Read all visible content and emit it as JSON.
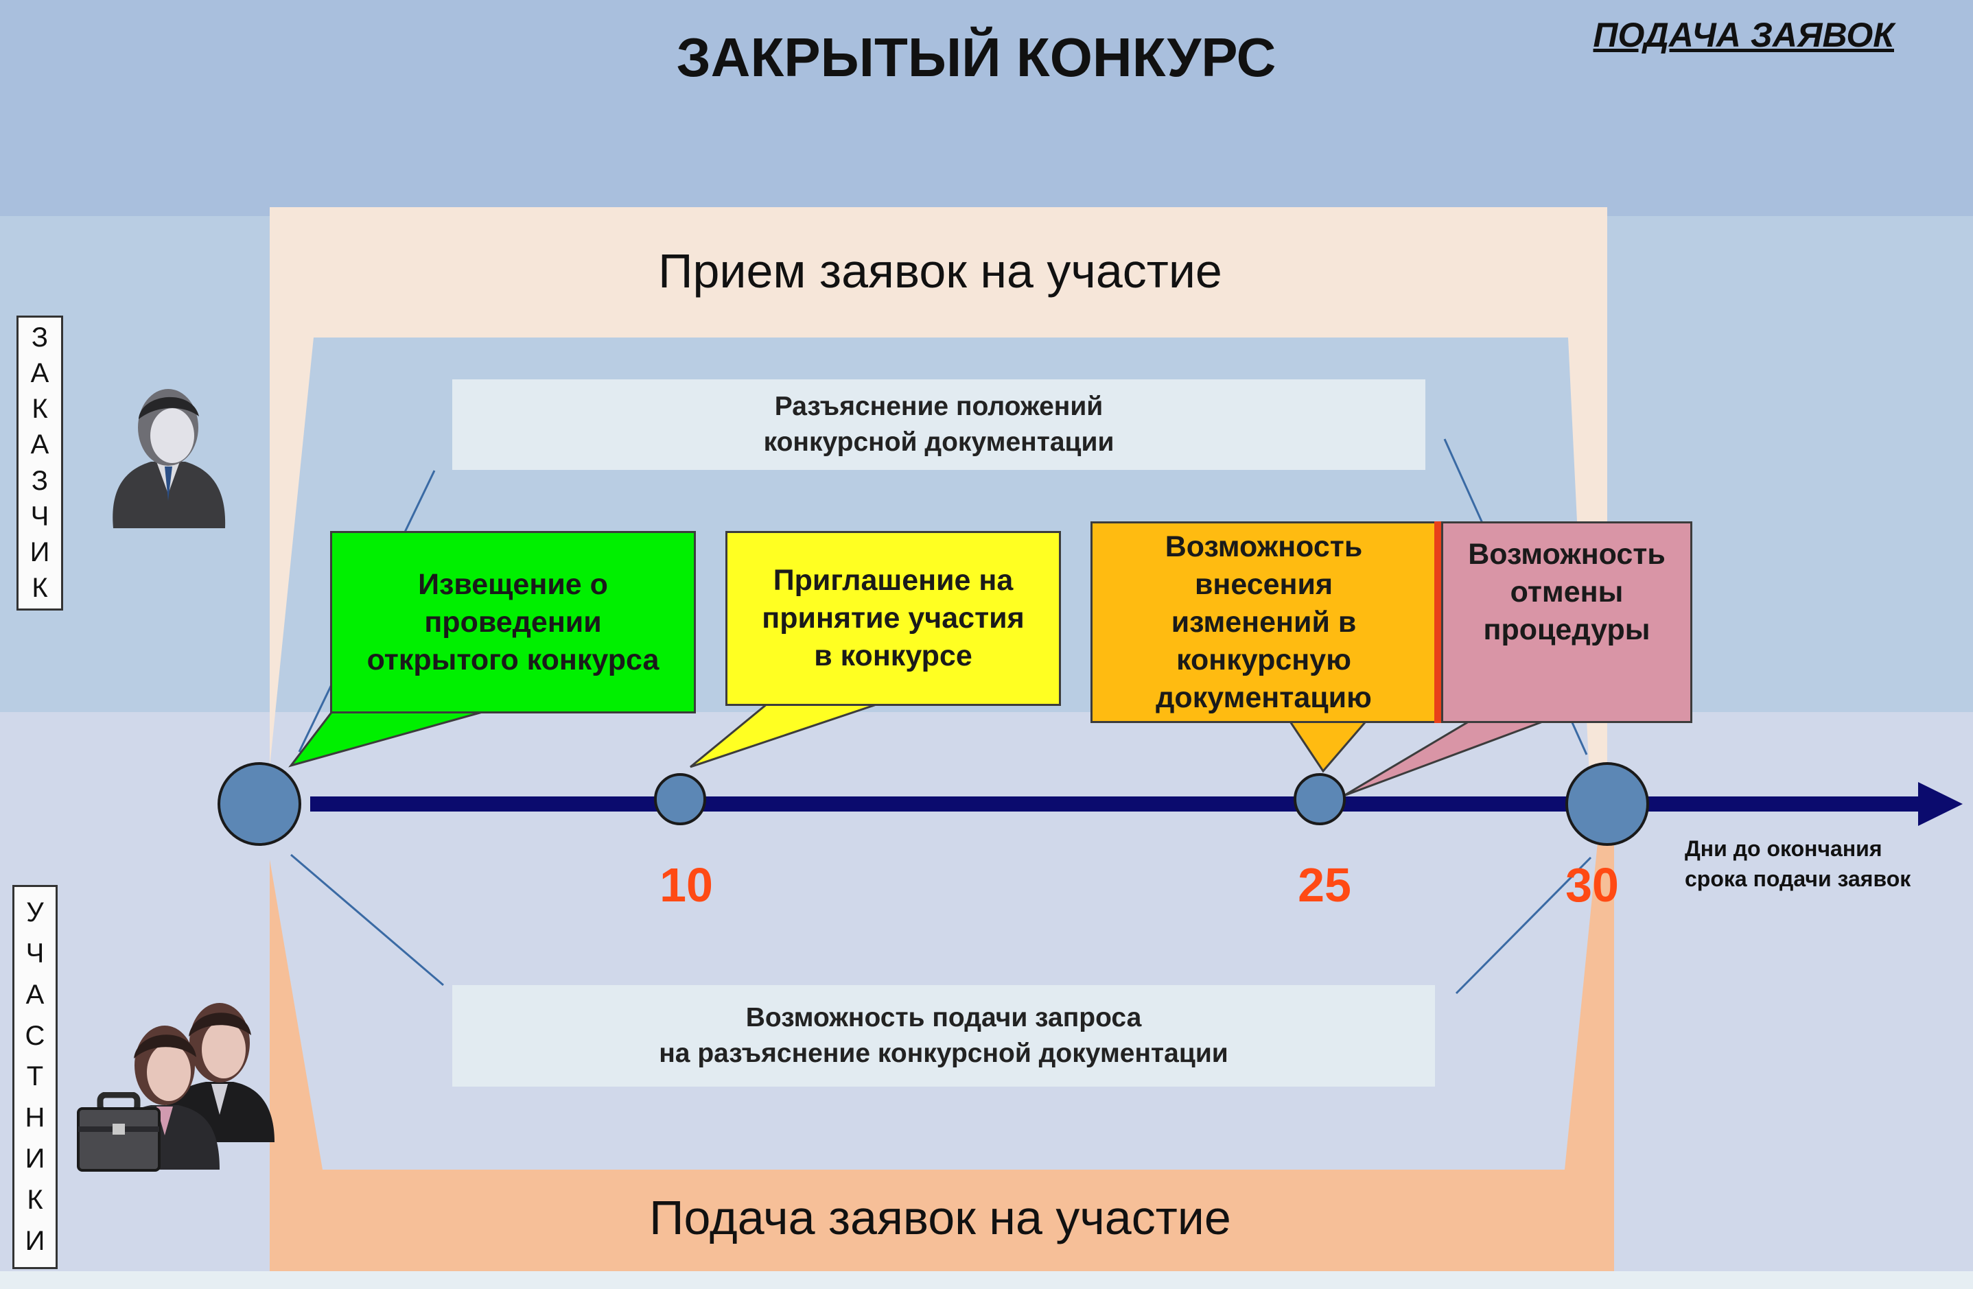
{
  "title": "ЗАКРЫТЫЙ КОНКУРС",
  "section_link": "ПОДАЧА ЗАЯВОК",
  "reception_label": "Прием заявок на участие",
  "submission_label": "Подача заявок на участие",
  "roles": {
    "customer_letters": [
      "З",
      "А",
      "К",
      "А",
      "З",
      "Ч",
      "И",
      "К"
    ],
    "participants_letters": [
      "У",
      "Ч",
      "А",
      "С",
      "Т",
      "Н",
      "И",
      "К",
      "И"
    ]
  },
  "info_boxes": {
    "clarification_lines": [
      "Разъяснение положений",
      "конкурсной документации"
    ],
    "request_lines": [
      "Возможность подачи запроса",
      "на разъяснение конкурсной документации"
    ]
  },
  "callouts": [
    {
      "lines": [
        "Извещение о",
        "проведении",
        "открытого конкурса"
      ],
      "color": "#00f000"
    },
    {
      "lines": [
        "Приглашение на",
        "принятие участия",
        "в конкурсе"
      ],
      "color": "#ffff22"
    },
    {
      "lines": [
        "Возможность",
        "внесения",
        "изменений в",
        "конкурсную",
        "документацию"
      ],
      "color": "#ffbb11"
    },
    {
      "lines": [
        "Возможность",
        "отмены",
        "процедуры"
      ],
      "color": "#d995a6"
    }
  ],
  "timeline": {
    "day_labels": [
      "10",
      "25",
      "30"
    ],
    "axis_note_lines": [
      "Дни до окончания",
      "срока подачи заявок"
    ]
  },
  "colors": {
    "axis": "#0b0b6e",
    "node": "#5c87b5",
    "day_label": "#ff4a14",
    "upper_frame": "#f6e6d9",
    "lower_frame": "#f6bf98"
  },
  "icons": [
    "customer-person-icon",
    "participants-group-icon",
    "briefcase-icon"
  ]
}
